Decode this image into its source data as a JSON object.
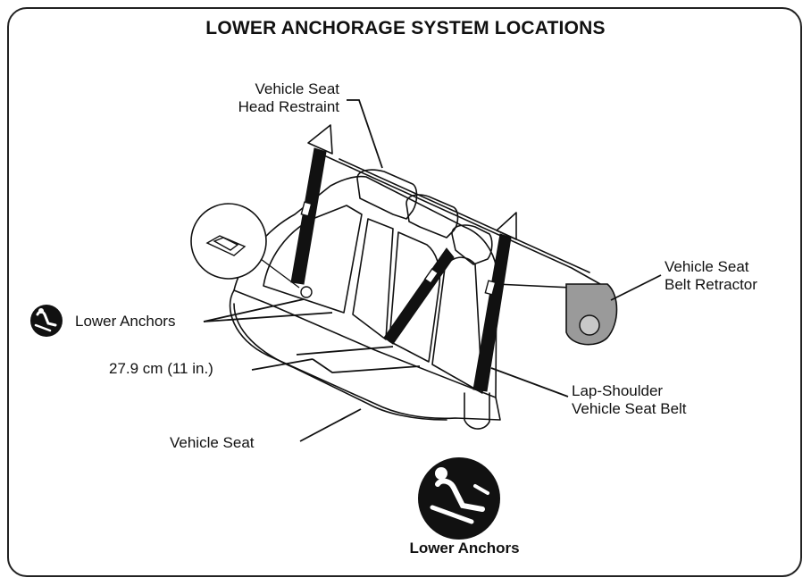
{
  "title": "LOWER ANCHORAGE SYSTEM LOCATIONS",
  "labels": {
    "head_restraint": [
      "Vehicle Seat",
      "Head Restraint"
    ],
    "belt_retractor": [
      "Vehicle Seat",
      "Belt Retractor"
    ],
    "lower_anchors": "Lower Anchors",
    "spacing": "27.9 cm (11 in.)",
    "lap_shoulder_belt": [
      "Lap-Shoulder",
      "Vehicle Seat Belt"
    ],
    "vehicle_seat": "Vehicle Seat",
    "bottom_icon_label": "Lower Anchors"
  },
  "icons": [
    "lower-anchors-icon",
    "lower-anchors-large-icon"
  ],
  "colors": {
    "ink": "#111111",
    "retractor_gray": "#9a9a9a",
    "icon_bg": "#111111"
  }
}
